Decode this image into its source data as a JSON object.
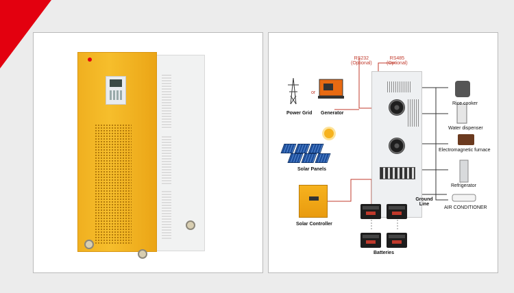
{
  "diagram": {
    "ports": {
      "rs232": "RS232",
      "rs232_note": "(Optional)",
      "rs485": "RS485",
      "rs485_note": "(Optional)"
    },
    "sources": {
      "power_grid": "Power Grid",
      "or": "or",
      "generator": "Generator",
      "solar_panels": "Solar Panels",
      "solar_controller": "Solar Controller"
    },
    "ground_line": "Ground Line",
    "batteries": "Batteries",
    "appliances": [
      "Rice cooker",
      "Water dispenser",
      "Electromagnetic furnace",
      "Refrigerator",
      "AIR CONDITIONER"
    ],
    "colors": {
      "wire": "#c0392b",
      "accent": "#f6b21e",
      "corner": "#e3000f"
    }
  }
}
